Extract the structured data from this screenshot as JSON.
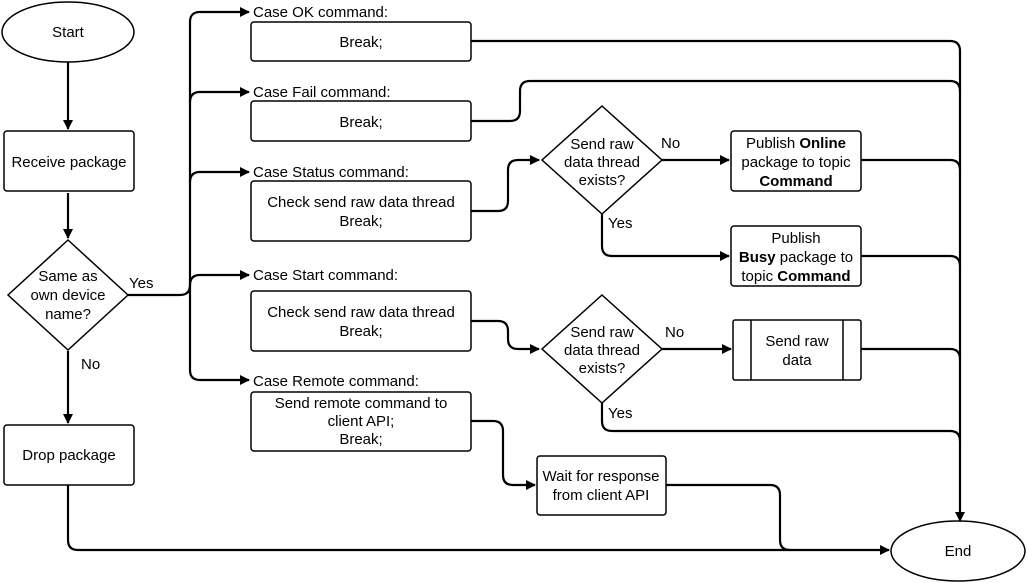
{
  "nodes": {
    "start": "Start",
    "end": "End",
    "receive": "Receive package",
    "same_as_own": [
      "Same as",
      "own device",
      "name?"
    ],
    "drop": "Drop package",
    "ok_break": "Break;",
    "fail_break": "Break;",
    "status_body": [
      "Check send raw data thread",
      "Break;"
    ],
    "start_body": [
      "Check send raw data thread",
      "Break;"
    ],
    "remote_body": [
      "Send remote command to",
      "client API;",
      "Break;"
    ],
    "thread_exists_1": [
      "Send raw",
      "data thread",
      "exists?"
    ],
    "thread_exists_2": [
      "Send raw",
      "data thread",
      "exists?"
    ],
    "publish_online": {
      "line1_prefix": "Publish ",
      "line1_bold": "Online",
      "line2": "package to topic",
      "line3_bold": "Command"
    },
    "publish_busy": {
      "line1": "Publish",
      "line2_bold": "Busy",
      "line2_suffix": " package to",
      "line3_prefix": "topic ",
      "line3_bold": "Command"
    },
    "send_raw": [
      "Send raw",
      "data"
    ],
    "wait_response": [
      "Wait for response",
      "from client API"
    ]
  },
  "labels": {
    "case_ok": "Case OK command:",
    "case_fail": "Case Fail command:",
    "case_status": "Case Status command:",
    "case_start": "Case Start command:",
    "case_remote": "Case Remote command:",
    "yes_main": "Yes",
    "no_main": "No",
    "no_1": "No",
    "yes_1": "Yes",
    "no_2": "No",
    "yes_2": "Yes"
  }
}
